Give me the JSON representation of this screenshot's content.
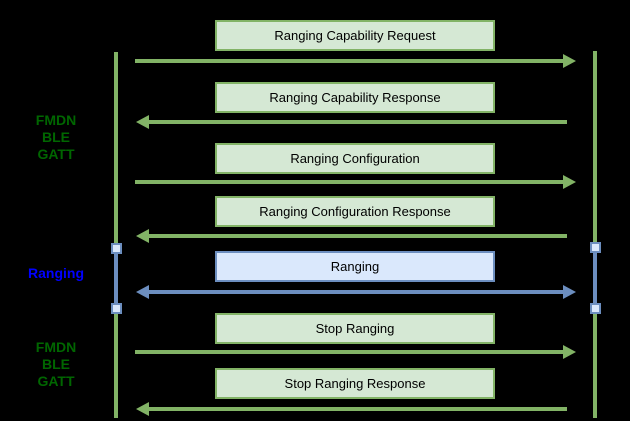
{
  "diagram": {
    "type": "sequence-diagram",
    "background": "#000000",
    "colors": {
      "green_fill": "#d5e8d4",
      "green_stroke": "#82b366",
      "blue_fill": "#dae8fc",
      "blue_stroke": "#6c8ebf",
      "section_label_green": "#006600",
      "section_label_blue": "#0000ff",
      "message_text": "#000000"
    },
    "section_labels": [
      {
        "id": "fmdn-ble-gatt-top",
        "lines": [
          "FMDN",
          "BLE",
          "GATT"
        ],
        "color": "green"
      },
      {
        "id": "ranging",
        "lines": [
          "Ranging"
        ],
        "color": "blue"
      },
      {
        "id": "fmdn-ble-gatt-bottom",
        "lines": [
          "FMDN",
          "BLE",
          "GATT"
        ],
        "color": "green"
      }
    ],
    "messages": [
      {
        "label": "Ranging Capability Request",
        "direction": "right",
        "style": "green"
      },
      {
        "label": "Ranging Capability Response",
        "direction": "left",
        "style": "green"
      },
      {
        "label": "Ranging Configuration",
        "direction": "right",
        "style": "green"
      },
      {
        "label": "Ranging Configuration Response",
        "direction": "left",
        "style": "green"
      },
      {
        "label": "Ranging",
        "direction": "both",
        "style": "blue"
      },
      {
        "label": "Stop Ranging",
        "direction": "right",
        "style": "green"
      },
      {
        "label": "Stop Ranging Response",
        "direction": "left",
        "style": "green"
      }
    ],
    "lifelines": [
      {
        "id": "left"
      },
      {
        "id": "right"
      }
    ]
  }
}
